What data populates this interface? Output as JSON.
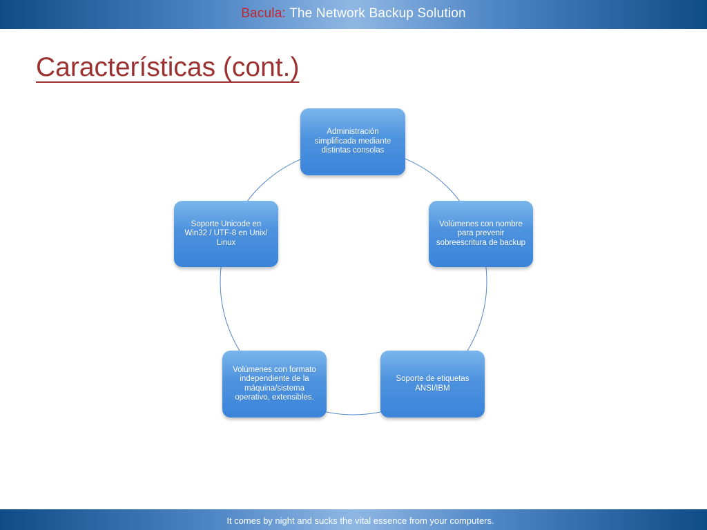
{
  "header": {
    "brand_name": "Bacula:",
    "brand_tagline": " The Network Backup Solution"
  },
  "slide": {
    "title": "Características (cont.)"
  },
  "diagram": {
    "nodes": [
      {
        "label": "Administración simplificada mediante distintas consolas"
      },
      {
        "label": "Volúmenes con nombre para prevenir sobreescritura de backup"
      },
      {
        "label": "Soporte de etiquetas ANSI/IBM"
      },
      {
        "label": "Volúmenes con formato independiente de la máquina/sistema operativo, extensibles."
      },
      {
        "label": "Soporte Unicode en Win32 / UTF-8 en Unix/ Linux"
      }
    ],
    "connector_color": "#4f86c6"
  },
  "footer": {
    "tagline": "It comes by night and sucks the vital essence from your computers."
  },
  "colors": {
    "band": "#2f6db3",
    "title": "#9b3131",
    "brand": "#c0262d",
    "node": "#4d92de"
  }
}
